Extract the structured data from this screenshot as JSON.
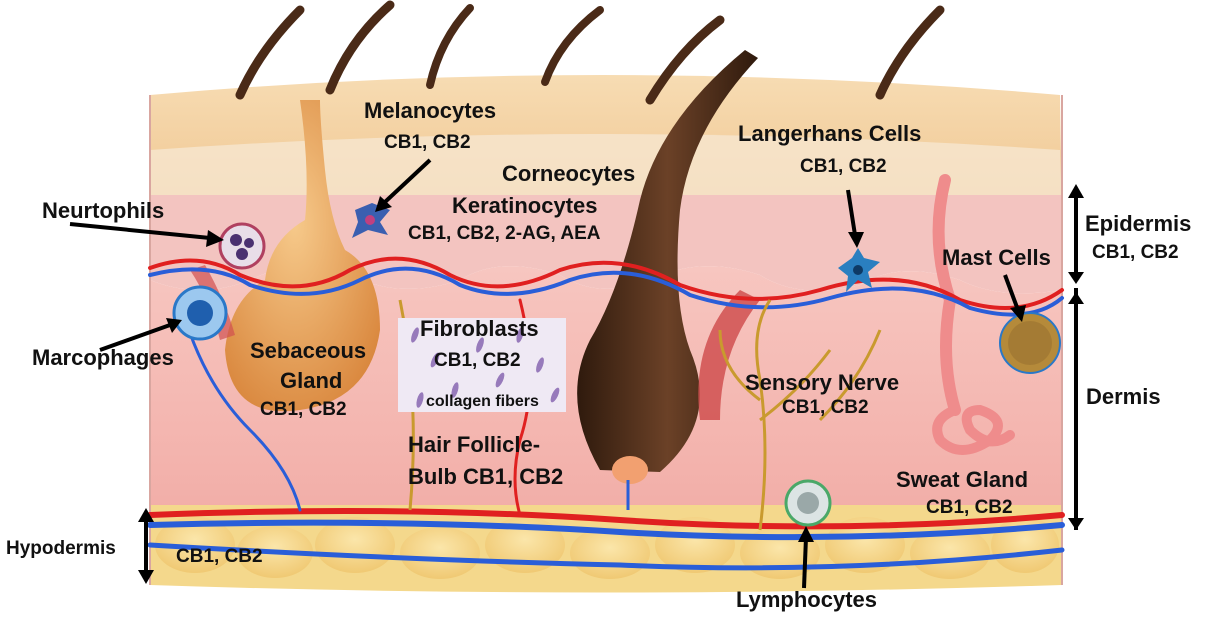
{
  "labels": {
    "melanocytes": "Melanocytes",
    "melanocytes_receptors": "CB1, CB2",
    "corneocytes": "Corneocytes",
    "keratinocytes": "Keratinocytes",
    "keratinocytes_receptors": "CB1, CB2, 2-AG, AEA",
    "langerhans": "Langerhans Cells",
    "langerhans_receptors": "CB1, CB2",
    "neutrophils": "Neurtophils",
    "macrophages": "Marcophages",
    "sebaceous_line1": "Sebaceous",
    "sebaceous_line2": "Gland",
    "sebaceous_receptors": "CB1, CB2",
    "fibroblasts": "Fibroblasts",
    "fibroblasts_receptors": "CB1, CB2",
    "collagen": "collagen fibers",
    "hair_follicle_line1": "Hair Follicle-",
    "hair_follicle_line2": "Bulb CB1, CB2",
    "sensory_nerve": "Sensory Nerve",
    "sensory_nerve_receptors": "CB1, CB2",
    "sweat_gland": "Sweat Gland",
    "sweat_gland_receptors": "CB1, CB2",
    "mast_cells": "Mast Cells",
    "lymphocytes": "Lymphocytes",
    "epidermis": "Epidermis",
    "epidermis_receptors": "CB1, CB2",
    "dermis": "Dermis",
    "hypodermis": "Hypodermis",
    "hypodermis_receptors": "CB1, CB2"
  },
  "colors": {
    "stratum_corneum": "#f3cfa0",
    "epidermis": "#f6d3c8",
    "dermis": "#f4b7b2",
    "hypodermis": "#f6d98e",
    "hair": "#4a2a17",
    "artery": "#e02020",
    "vein": "#2a5ed8",
    "nerve": "#c99a2e",
    "sebaceous": "#e6a052",
    "sweat_gland": "#ef8c8c"
  }
}
